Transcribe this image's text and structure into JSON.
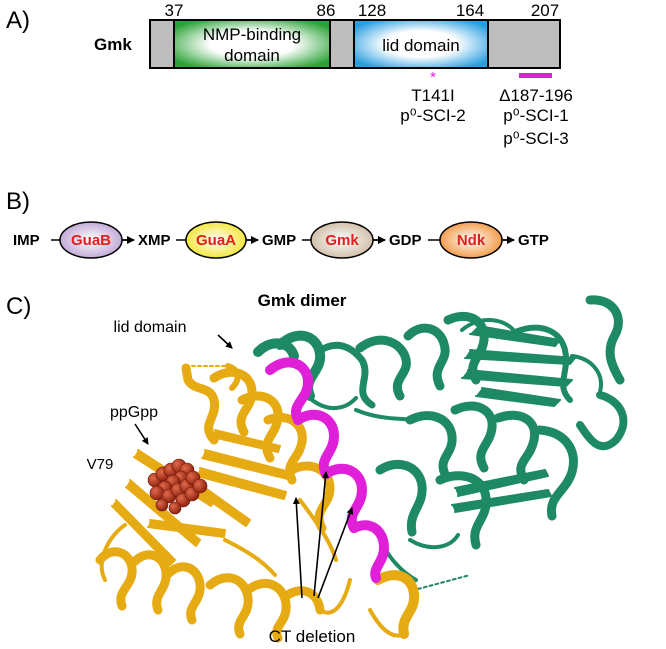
{
  "panel_a": {
    "label": "A)",
    "protein": "Gmk",
    "positions": [
      "37",
      "86",
      "128",
      "164",
      "207"
    ],
    "domains": [
      {
        "line1": "NMP-binding",
        "line2": "domain",
        "color": "#2aa336"
      },
      {
        "line1": "lid domain",
        "color": "#2a9fe0"
      }
    ],
    "mutation_1": {
      "marker": "*",
      "line1": "T141I",
      "line2": "p⁰-SCI-2"
    },
    "mutation_2": {
      "line1": "Δ187-196",
      "line2": "p⁰-SCI-1",
      "line3": "p⁰-SCI-3"
    },
    "marker_color": "#e01ee0"
  },
  "panel_b": {
    "label": "B)",
    "metabolites": [
      "IMP",
      "XMP",
      "GMP",
      "GDP",
      "GTP"
    ],
    "enzymes": [
      {
        "name": "GuaB",
        "color": "#b79bd0"
      },
      {
        "name": "GuaA",
        "color": "#f2e21a"
      },
      {
        "name": "Gmk",
        "color": "#c8b49a"
      },
      {
        "name": "Ndk",
        "color": "#f08a2a"
      }
    ],
    "enzyme_text_color": "#e0201e"
  },
  "panel_c": {
    "label": "C)",
    "title": "Gmk dimer",
    "annotations": {
      "lid": "lid domain",
      "ligand": "ppGpp",
      "residue": "V79",
      "deletion": "CT deletion"
    },
    "colors": {
      "chain_a": "#e6aa12",
      "chain_b": "#1e8a64",
      "ct": "#e020d8",
      "ligand": "#b22a14"
    }
  }
}
